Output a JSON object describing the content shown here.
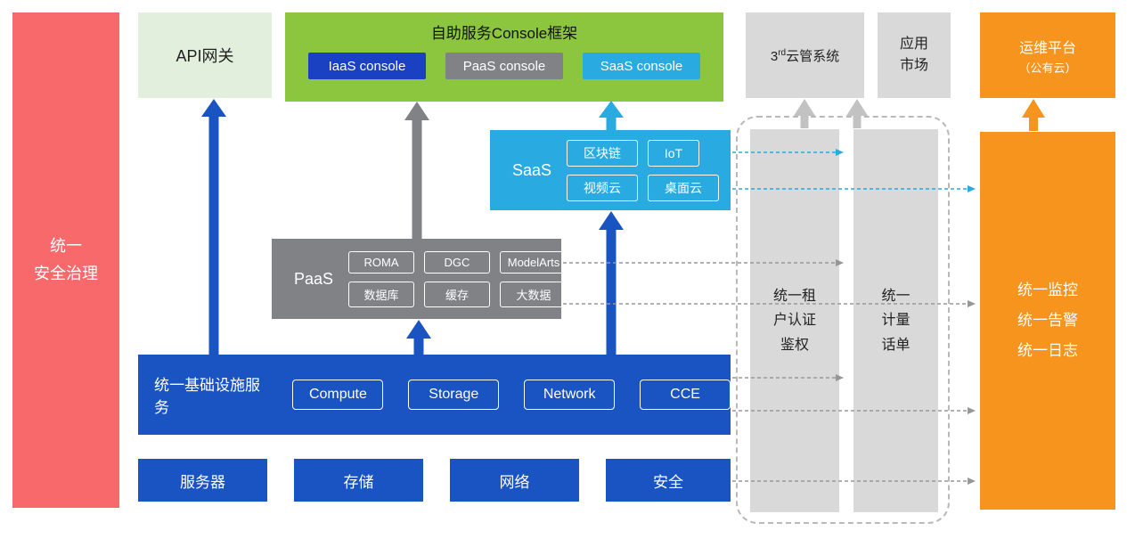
{
  "colors": {
    "red": "#f7696a",
    "light_green": "#e2efdc",
    "green": "#8cc63f",
    "blue": "#1a53c2",
    "iaas_blue": "#1a41c2",
    "gray": "#808285",
    "light_gray": "#d9d9d9",
    "cyan": "#29abe2",
    "orange": "#f7941e",
    "dashed_border": "#b9b9b9"
  },
  "security_bar": {
    "label": "统一\n安全治理"
  },
  "api_gateway": {
    "label": "API网关"
  },
  "console_frame": {
    "title": "自助服务Console框架",
    "consoles": [
      {
        "label": "IaaS console"
      },
      {
        "label": "PaaS console"
      },
      {
        "label": "SaaS console"
      }
    ]
  },
  "third_cloud": {
    "num": "3",
    "sup": "rd",
    "rest": "云管系统"
  },
  "app_market": {
    "label": "应用\n市场"
  },
  "ops_platform": {
    "line1": "运维平台",
    "line2": "（公有云）"
  },
  "saas": {
    "label": "SaaS",
    "items": [
      "区块链",
      "IoT",
      "视频云",
      "桌面云"
    ]
  },
  "paas": {
    "label": "PaaS",
    "items": [
      "ROMA",
      "DGC",
      "ModelArts",
      "数据库",
      "缓存",
      "大数据"
    ]
  },
  "infra": {
    "label": "统一基础设施服务",
    "items": [
      "Compute",
      "Storage",
      "Network",
      "CCE"
    ]
  },
  "hardware": {
    "items": [
      "服务器",
      "存储",
      "网络",
      "安全"
    ]
  },
  "auth_column": {
    "label": "统一租\n户认证\n鉴权"
  },
  "billing_column": {
    "label": "统一\n计量\n话单"
  },
  "monitor_bar": {
    "label": "统一监控\n统一告警\n统一日志"
  }
}
